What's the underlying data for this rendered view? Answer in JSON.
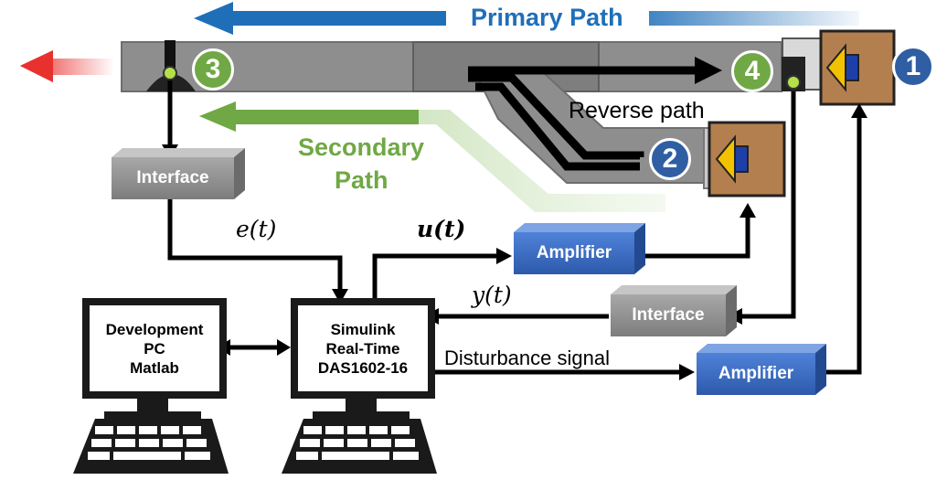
{
  "labels": {
    "primary_path": "Primary Path",
    "secondary_path_line1": "Secondary",
    "secondary_path_line2": "Path",
    "reverse_path": "Reverse path",
    "e_t": "e(t)",
    "u_t": "u(t)",
    "y_t": "y(t)",
    "disturbance_signal": "Disturbance signal"
  },
  "boxes": {
    "interface_top": "Interface",
    "interface_right": "Interface",
    "amplifier_top": "Amplifier",
    "amplifier_bottom": "Amplifier"
  },
  "computers": {
    "dev_pc": [
      "Development",
      "PC",
      "Matlab"
    ],
    "simulink": [
      "Simulink",
      "Real-Time",
      "DAS1602-16"
    ]
  },
  "markers": {
    "m1": "1",
    "m2": "2",
    "m3": "3",
    "m4": "4"
  },
  "colors": {
    "primary_blue": "#1f6fb8",
    "secondary_green": "#70a845",
    "disturbance_red": "#e8312f",
    "speaker_brown": "#b37f4e",
    "amplifier_blue": "#3a6dc4",
    "interface_gray": "#8c8c8c",
    "duct_gray": "#8e8e8e"
  }
}
